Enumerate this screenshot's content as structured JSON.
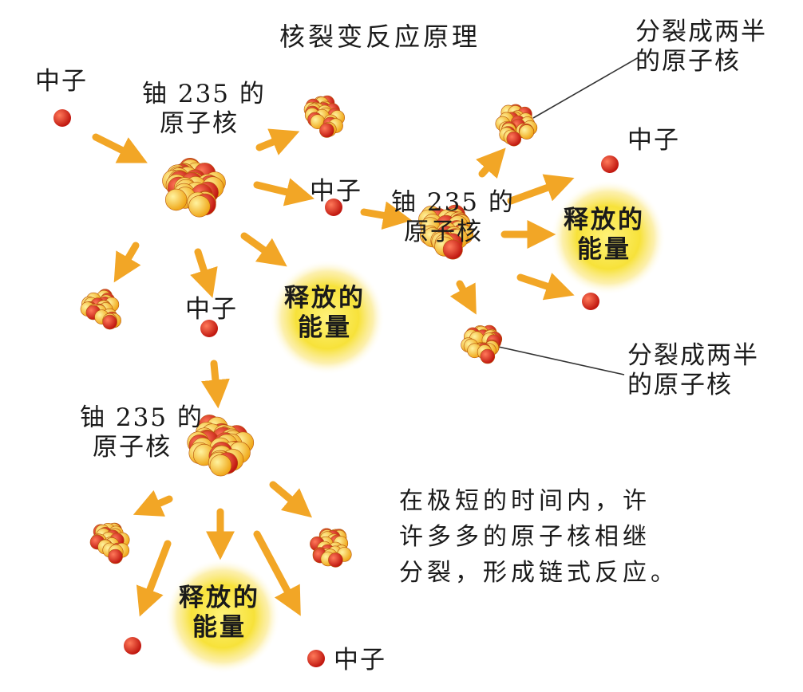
{
  "title": "核裂变反应原理",
  "labels": {
    "neutron_a": "中子",
    "neutron_b": "中子",
    "neutron_c": "中子",
    "neutron_d": "中子",
    "neutron_e": "中子",
    "u235_a": [
      "铀 235 的",
      "原子核"
    ],
    "u235_b": [
      "铀 235 的",
      "原子核"
    ],
    "u235_c": [
      "铀 235 的",
      "原子核"
    ],
    "split_a": [
      "分裂成两半",
      "的原子核"
    ],
    "split_b": [
      "分裂成两半",
      "的原子核"
    ],
    "energy_a": [
      "释放的",
      "能量"
    ],
    "energy_b": [
      "释放的",
      "能量"
    ],
    "energy_c": [
      "释放的",
      "能量"
    ]
  },
  "description": [
    "在极短的时间内，许",
    "许多多的原子核相继",
    "分裂，形成链式反应。"
  ],
  "colors": {
    "neutron": "#d01818",
    "nucleus_red": "#d8261a",
    "nucleus_yellow": "#f5c21a",
    "arrow": "#f2a626",
    "energy_glow": "#f7e23a",
    "leader_line": "#333333"
  }
}
